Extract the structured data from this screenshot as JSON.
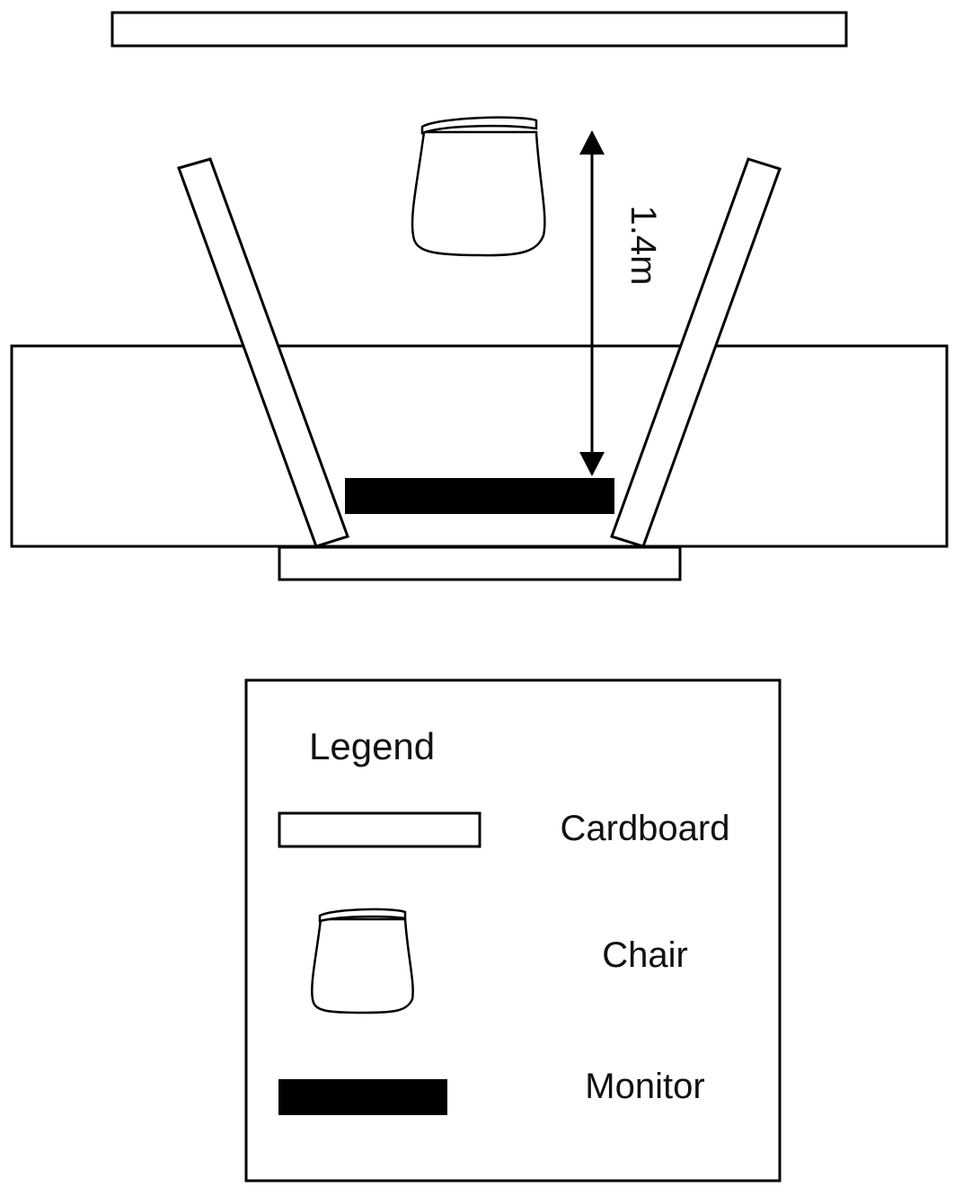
{
  "diagram": {
    "distance_label": "1.4m",
    "components": [
      "cardboard",
      "chair",
      "monitor"
    ]
  },
  "legend": {
    "title": "Legend",
    "items": [
      {
        "key": "cardboard",
        "label": "Cardboard"
      },
      {
        "key": "chair",
        "label": "Chair"
      },
      {
        "key": "monitor",
        "label": "Monitor"
      }
    ]
  },
  "colors": {
    "stroke": "#000000",
    "fill": "#ffffff",
    "monitor": "#000000",
    "text": "#111111"
  }
}
